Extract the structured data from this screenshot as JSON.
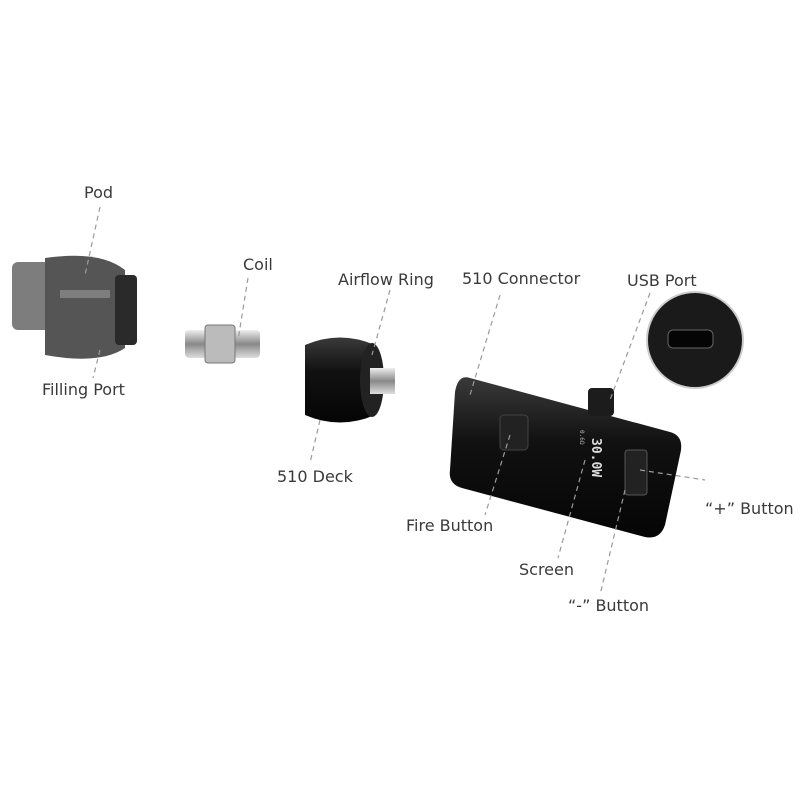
{
  "labels": {
    "pod": "Pod",
    "coil": "Coil",
    "airflow_ring": "Airflow Ring",
    "connector_510": "510 Connector",
    "usb_port": "USB Port",
    "filling_port": "Filling Port",
    "deck_510": "510 Deck",
    "fire_button": "Fire Button",
    "plus_button": "“+” Button",
    "screen": "Screen",
    "minus_button": "“-” Button"
  },
  "device_screen": {
    "wattage": "30.0W",
    "resistance": "0.6Ω"
  },
  "colors": {
    "label": "#3a3a3a",
    "leader": "#9a9a9a",
    "device": "#141414"
  }
}
